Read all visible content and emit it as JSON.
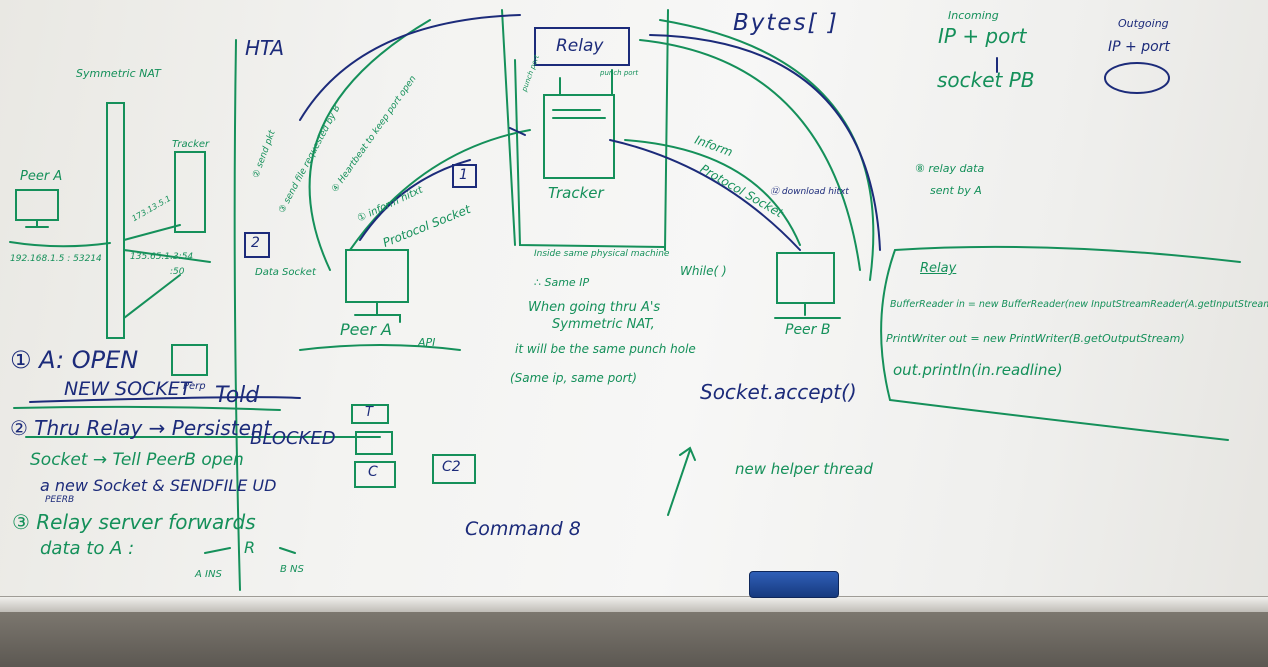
{
  "board": {
    "hta": "HTA",
    "symmetric_nat": "Symmetric NAT",
    "peer_a_top": "Peer A",
    "tracker_small": "Tracker",
    "ip_a": "192.168.1.5 : 53214",
    "ip_nat": "173.13.5.1",
    "ip_b": "135.65.1.3:54",
    "ip_port_50": ":50",
    "relay": "Relay",
    "bytes": "Bytes[ ]",
    "incoming": "Incoming",
    "ip_port_in": "IP + port",
    "socket_pb": "socket PB",
    "outgoing": "Outgoing",
    "ip_port_out": "IP + port",
    "tracker": "Tracker",
    "inside_same": "Inside same physical machine",
    "same_ip": "∴ Same IP",
    "when_going": "When going thru A's",
    "symmetric_nat2": "Symmetric NAT,",
    "punch_hole": "it will be the same punch hole",
    "same_ip_port": "(Same ip, same port)",
    "step1": "① inform hitxt",
    "protocol_socket_a": "Protocol Socket",
    "box1": "1",
    "box2": "2",
    "send_pkt": "② send pkt",
    "send_file": "③ send file requested by B",
    "heartbeat": "④ Heartbeat to keep port open",
    "data_socket": "Data Socket",
    "peer_a": "Peer A",
    "inform": "Inform",
    "protocol_socket_b": "Protocol Socket",
    "download": "⑫ download hitxt",
    "while": "While( )",
    "peer_b": "Peer B",
    "relay_data": "⑧ relay data",
    "sent_by_a": "sent by A",
    "relay_title": "Relay",
    "code1": "BufferReader in = new BufferReader(new InputStreamReader(A.getInputStream",
    "code2": "PrintWriter out = new PrintWriter(B.getOutputStream)",
    "code3": "out.println(in.readline)",
    "socket_accept": "Socket.accept()",
    "new_helper": "new helper thread",
    "command": "Command 8",
    "list1a": "① A: OPEN",
    "list1b": "NEW SOCKET",
    "told": "Told",
    "perp": "Perp",
    "list2a": "② Thru Relay → Persistent",
    "blocked": "BLOCKED",
    "list2b": "Socket → Tell PeerB open",
    "list2c": "a new Socket & SENDFILE UD",
    "peerb": "PEERB",
    "list3a": "③ Relay server forwards",
    "list3b": "data to A :",
    "r_label": "R",
    "ains": "A INS",
    "bns": "B NS",
    "api": "API",
    "t_box": "T",
    "c_box": "C",
    "c2_box": "C2",
    "punch_port": "punch port",
    "punch_port2": "punch port"
  }
}
